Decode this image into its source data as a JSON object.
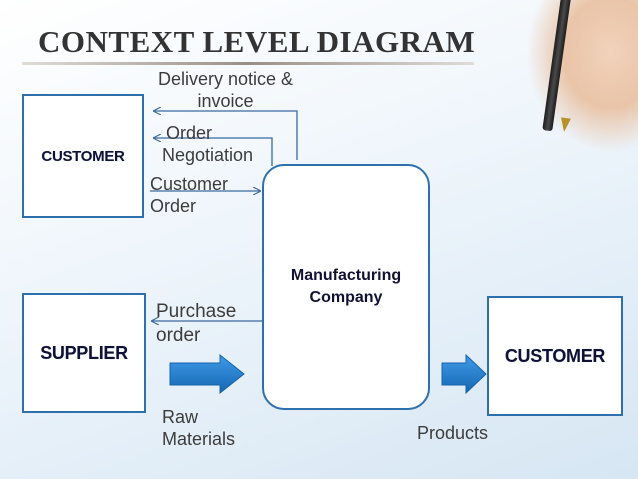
{
  "title": "CONTEXT LEVEL DIAGRAM",
  "entities": {
    "customer_top": "CUSTOMER",
    "supplier": "SUPPLIER",
    "customer_right": "CUSTOMER"
  },
  "process": {
    "line1": "Manufacturing",
    "line2": "Company"
  },
  "flows": {
    "delivery": {
      "line1": "Delivery notice &",
      "line2": "invoice"
    },
    "negotiation": {
      "line1": "Order",
      "line2": "Negotiation"
    },
    "customer_order": {
      "line1": "Customer",
      "line2": "Order"
    },
    "purchase_order": {
      "line1": "Purchase",
      "line2": "order"
    },
    "raw_materials": {
      "line1": "Raw",
      "line2": "Materials"
    },
    "products": "Products"
  },
  "colors": {
    "box_border": "#2e6fad",
    "arrow_fill": "#1f7fd0",
    "connector": "#3a6aa0"
  }
}
